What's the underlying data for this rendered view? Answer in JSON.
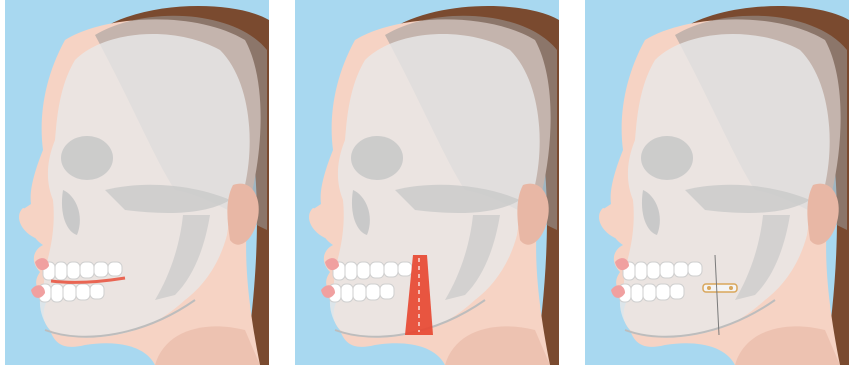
{
  "panels": [
    {
      "id": "before",
      "stage_index": 1,
      "features": [
        "skull-overlay",
        "open-bite-gap-highlight"
      ]
    },
    {
      "id": "surgery",
      "stage_index": 2,
      "features": [
        "skull-overlay",
        "ramus-osteotomy-cut"
      ]
    },
    {
      "id": "after",
      "stage_index": 3,
      "features": [
        "skull-overlay",
        "fixation-plate"
      ]
    }
  ],
  "colors": {
    "background_sky": "#a8d8f0",
    "skin": "#f6d3c4",
    "skin_shadow": "#e8b7a5",
    "hair": "#7a4a2f",
    "skull_bone": "#e9e9e9",
    "skull_shade": "#c9c9c9",
    "cranial_overlay": "#9a9a9a",
    "osteotomy_red": "#e8452f",
    "gum_pink": "#f0a0a0",
    "plate_metal": "#d9a65b"
  }
}
